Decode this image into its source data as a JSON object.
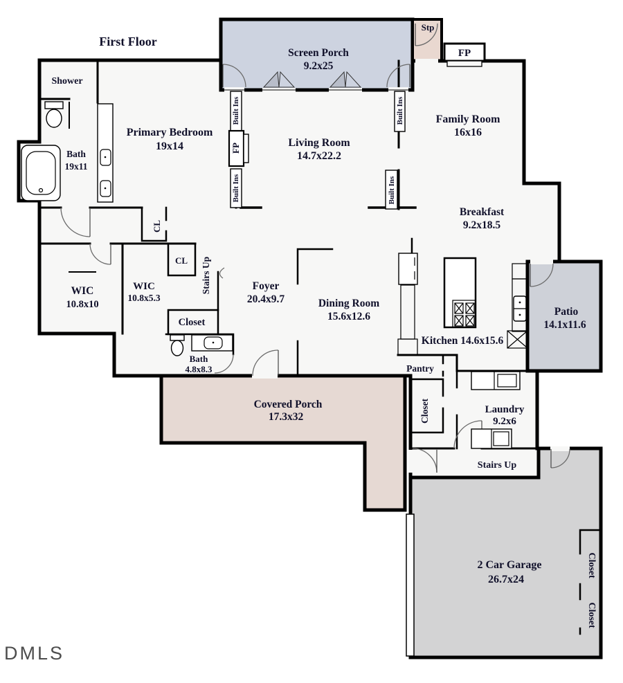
{
  "title": "First Floor",
  "watermark": "DMLS",
  "colors": {
    "wall": "#000000",
    "interior": "#f7f7f6",
    "screen_porch": "#cdd3e0",
    "stoop": "#e9d8d0",
    "covered_porch": "#e6d9d3",
    "patio": "#ced1d8",
    "garage": "#d3d3d4",
    "text": "#10102a"
  },
  "rooms": {
    "screen_porch": {
      "name": "Screen Porch",
      "dims": "9.2x25"
    },
    "stoop": {
      "name": "Stp"
    },
    "family_room": {
      "name": "Family Room",
      "dims": "16x16"
    },
    "living_room": {
      "name": "Living Room",
      "dims": "14.7x22.2"
    },
    "primary_bedroom": {
      "name": "Primary Bedroom",
      "dims": "19x14"
    },
    "primary_bath": {
      "name": "Bath",
      "dims": "19x11"
    },
    "shower": {
      "name": "Shower"
    },
    "breakfast": {
      "name": "Breakfast",
      "dims": "9.2x18.5"
    },
    "wic_large": {
      "name": "WIC",
      "dims": "10.8x10"
    },
    "wic_small": {
      "name": "WIC",
      "dims": "10.8x5.3"
    },
    "foyer": {
      "name": "Foyer",
      "dims": "20.4x9.7"
    },
    "dining_room": {
      "name": "Dining Room",
      "dims": "15.6x12.6"
    },
    "kitchen": {
      "name": "Kitchen 14.6x15.6"
    },
    "patio": {
      "name": "Patio",
      "dims": "14.1x11.6"
    },
    "hall_bath": {
      "name": "Bath",
      "dims": "4.8x8.3"
    },
    "covered_porch": {
      "name": "Covered Porch",
      "dims": "17.3x32"
    },
    "pantry": {
      "name": "Pantry"
    },
    "laundry": {
      "name": "Laundry",
      "dims": "9.2x6"
    },
    "garage": {
      "name": "2 Car Garage",
      "dims": "26.7x24"
    }
  },
  "labels": {
    "built_ins": "Built Ins",
    "fireplace": "FP",
    "closet_abbr": "CL",
    "stairs_up": "Stairs Up",
    "closet": "Closet"
  }
}
